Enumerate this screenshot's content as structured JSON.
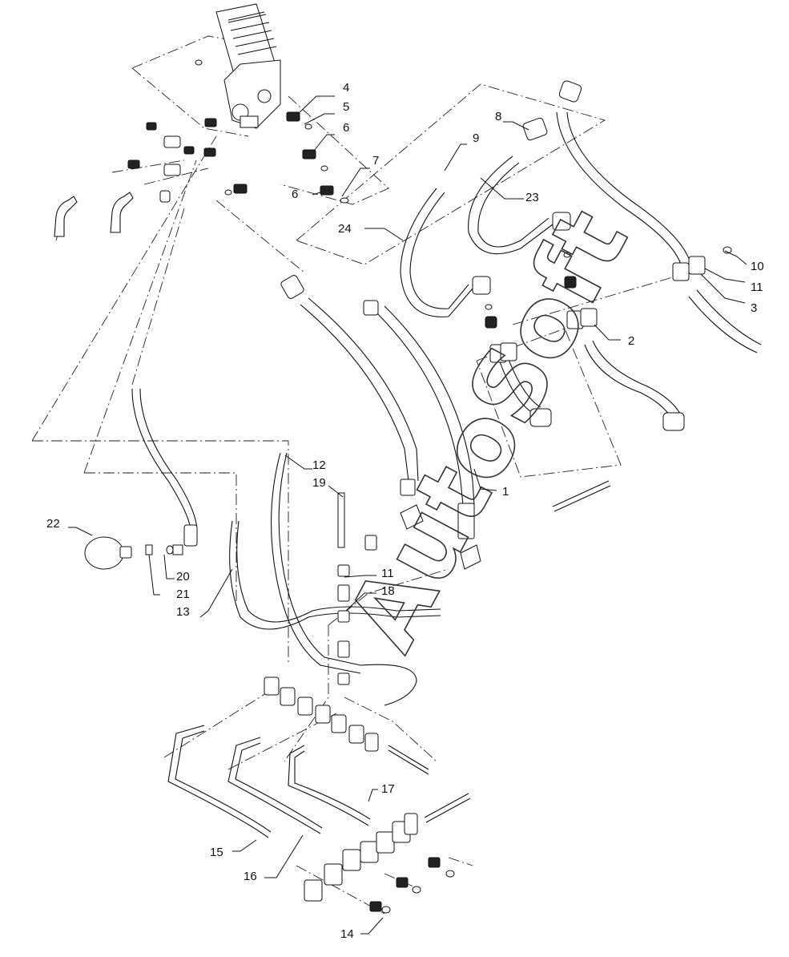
{
  "watermark": "AutoSoft",
  "callouts": {
    "c1": "1",
    "c2": "2",
    "c3": "3",
    "c4": "4",
    "c5": "5",
    "c6a": "6",
    "c6b": "6",
    "c7": "7",
    "c8": "8",
    "c9": "9",
    "c10": "10",
    "c11a": "11",
    "c11b": "11",
    "c12": "12",
    "c13": "13",
    "c14": "14",
    "c15": "15",
    "c16": "16",
    "c17": "17",
    "c18": "18",
    "c19": "19",
    "c20": "20",
    "c21": "21",
    "c22": "22",
    "c23": "23",
    "c24": "24"
  }
}
